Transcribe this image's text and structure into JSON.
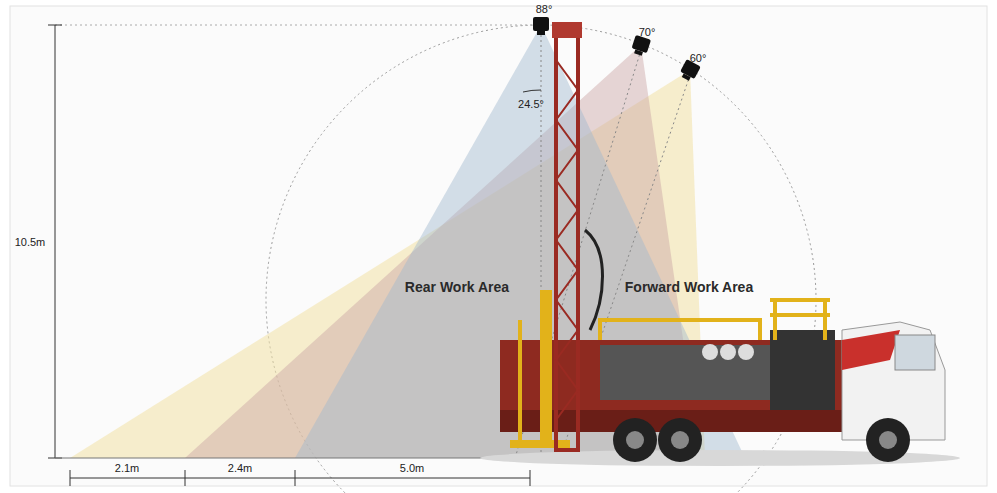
{
  "diagram": {
    "labels": [
      "88°",
      "70°",
      "60°",
      "24.5°",
      "10.5m",
      "Rear Work Area",
      "Forward Work Area",
      "2.1m",
      "2.4m",
      "5.0m"
    ]
  }
}
